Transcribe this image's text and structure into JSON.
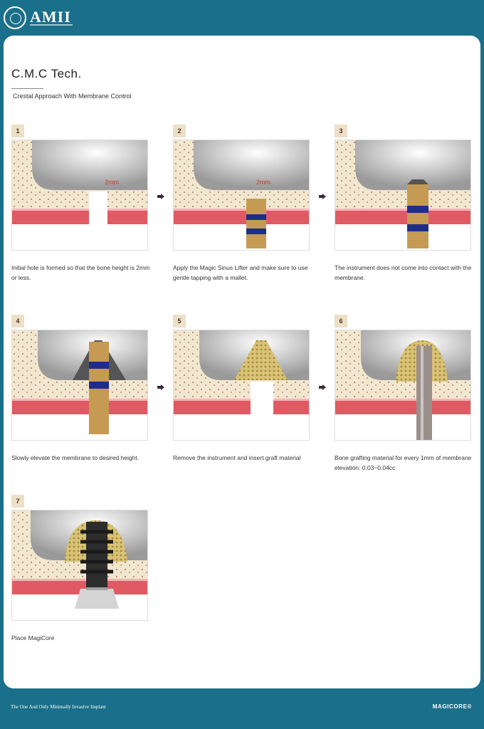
{
  "header": {
    "logo_text": "AMII"
  },
  "doc": {
    "title": "C.M.C Tech.",
    "subtitle": "Crestal Approach With Membrane Control"
  },
  "steps": [
    {
      "number": "1",
      "caption": "Initial hole is formed so that the bone height is 2mm or less.",
      "label": "2mm"
    },
    {
      "number": "2",
      "caption": "Apply the Magic Sinus Lifter and make sure to use gentle tapping with a mallet.",
      "label": "2mm"
    },
    {
      "number": "3",
      "caption": "The instrument does not come into contact with the membrane."
    },
    {
      "number": "4",
      "caption": "Slowly elevate the membrane to desired height."
    },
    {
      "number": "5",
      "caption": "Remove the instrument and insert graft material"
    },
    {
      "number": "6",
      "caption": "Bone grafting material for every 1mm of membrane elevation: 0.03~0.04cc"
    },
    {
      "number": "7",
      "caption": "Place MagiCore"
    }
  ],
  "footer": {
    "tagline": "The One And Only Minimally Invasive Implant",
    "brand": "MAGICORE®"
  },
  "colors": {
    "teal": "#1a6f8a",
    "bone": "#f1e7cf",
    "gum": "#e05a63",
    "sinus": "#b8b8b8",
    "instrument_gold": "#c59b53",
    "instrument_blue": "#1e2d8a"
  }
}
